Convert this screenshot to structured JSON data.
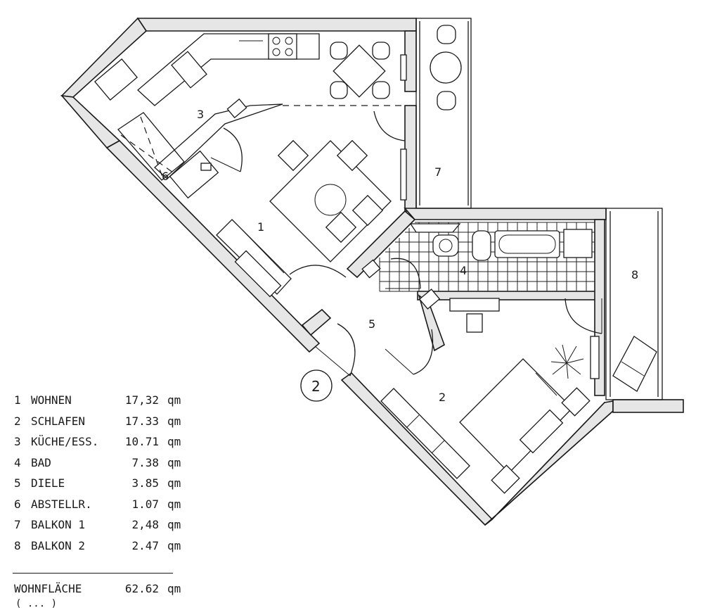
{
  "plan": {
    "room_labels": [
      "1",
      "2",
      "3",
      "4",
      "5",
      "6",
      "7",
      "8"
    ],
    "entrance_marker": "2"
  },
  "legend": {
    "rooms": [
      {
        "num": "1",
        "name": "WOHNEN",
        "area": "17,32",
        "unit": "qm"
      },
      {
        "num": "2",
        "name": "SCHLAFEN",
        "area": "17.33",
        "unit": "qm"
      },
      {
        "num": "3",
        "name": "KÜCHE/ESS.",
        "area": "10.71",
        "unit": "qm"
      },
      {
        "num": "4",
        "name": "BAD",
        "area": "7.38",
        "unit": "qm"
      },
      {
        "num": "5",
        "name": "DIELE",
        "area": "3.85",
        "unit": "qm"
      },
      {
        "num": "6",
        "name": "ABSTELLR.",
        "area": "1.07",
        "unit": "qm"
      },
      {
        "num": "7",
        "name": "BALKON 1",
        "area": "2,48",
        "unit": "qm"
      },
      {
        "num": "8",
        "name": "BALKON 2",
        "area": "2.47",
        "unit": "qm"
      }
    ],
    "total": {
      "name": "WOHNFLÄCHE",
      "area": "62.62",
      "unit": "qm"
    },
    "partial_note": "( ... )"
  }
}
